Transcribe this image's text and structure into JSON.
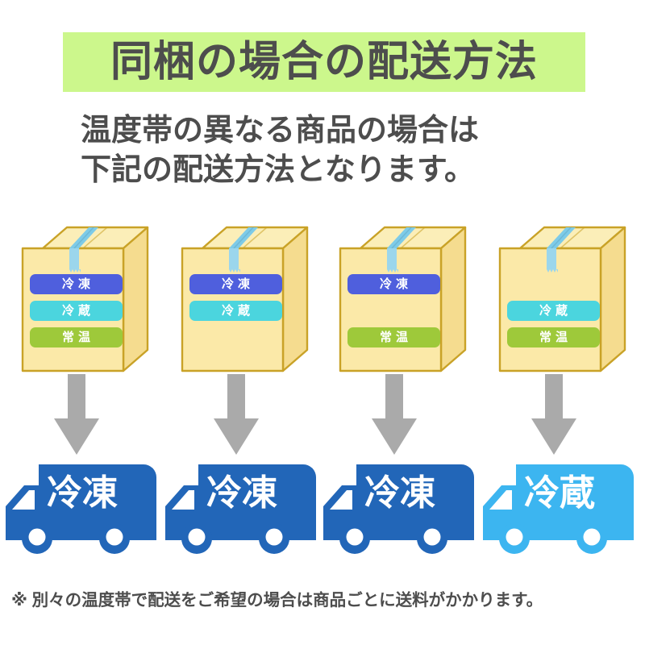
{
  "title": "同梱の場合の配送方法",
  "subtitle": {
    "line1": "温度帯の異なる商品の場合は",
    "line2": "下記の配送方法となります。"
  },
  "footnote": "※ 別々の温度帯で配送をご希望の場合は商品ごとに送料がかかります。",
  "colors": {
    "title_band": "#ccf78c",
    "text_dark": "#4d4d4d",
    "frozen": "#4f5fdd",
    "chilled": "#4bd5de",
    "ambient": "#9ec93a",
    "truck_frozen": "#2266b8",
    "truck_chilled": "#3cb5f0",
    "arrow_gray": "#aaaaaa",
    "carton_front": "#fbe9a8",
    "carton_top": "#fbeeb8",
    "carton_side": "#f5dc8f",
    "carton_outline": "#c9a227",
    "tape": "#7ecbe8"
  },
  "legend": {
    "frozen": "冷凍",
    "chilled": "冷蔵",
    "ambient": "常温"
  },
  "columns": [
    {
      "id": "col-1",
      "box_labels": [
        {
          "slot": 1,
          "text": "冷凍",
          "kind": "frozen"
        },
        {
          "slot": 2,
          "text": "冷蔵",
          "kind": "chilled"
        },
        {
          "slot": 3,
          "text": "常温",
          "kind": "ambient"
        }
      ],
      "arrow": "down-arrow",
      "truck": {
        "text": "冷凍",
        "kind": "frozen"
      }
    },
    {
      "id": "col-2",
      "box_labels": [
        {
          "slot": 1,
          "text": "冷凍",
          "kind": "frozen"
        },
        {
          "slot": 2,
          "text": "冷蔵",
          "kind": "chilled"
        },
        {
          "slot": 3,
          "text": "",
          "kind": "empty"
        }
      ],
      "arrow": "down-arrow",
      "truck": {
        "text": "冷凍",
        "kind": "frozen"
      }
    },
    {
      "id": "col-3",
      "box_labels": [
        {
          "slot": 1,
          "text": "冷凍",
          "kind": "frozen"
        },
        {
          "slot": 2,
          "text": "",
          "kind": "empty"
        },
        {
          "slot": 3,
          "text": "常温",
          "kind": "ambient"
        }
      ],
      "arrow": "down-arrow",
      "truck": {
        "text": "冷凍",
        "kind": "frozen"
      }
    },
    {
      "id": "col-4",
      "box_labels": [
        {
          "slot": 1,
          "text": "",
          "kind": "empty"
        },
        {
          "slot": 2,
          "text": "冷蔵",
          "kind": "chilled"
        },
        {
          "slot": 3,
          "text": "常温",
          "kind": "ambient"
        }
      ],
      "arrow": "down-arrow",
      "truck": {
        "text": "冷蔵",
        "kind": "chilled"
      }
    }
  ]
}
